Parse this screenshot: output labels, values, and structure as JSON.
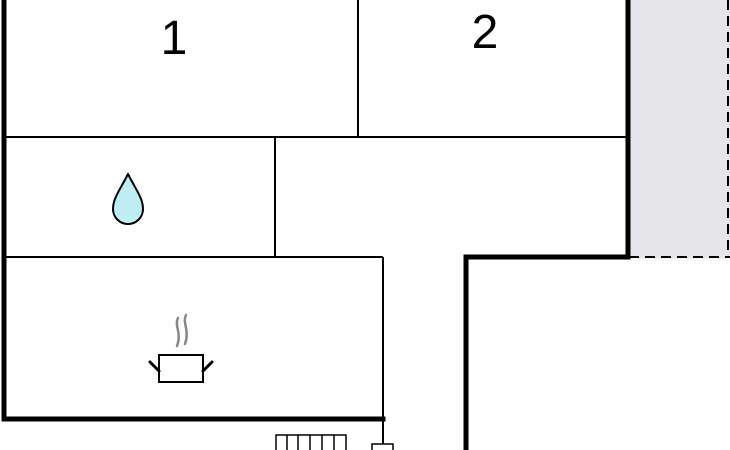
{
  "floorplan": {
    "rooms": [
      {
        "id": "bedroom-1",
        "label": "1"
      },
      {
        "id": "bedroom-2",
        "label": "2"
      },
      {
        "id": "bathroom",
        "icon": "water-drop-icon"
      },
      {
        "id": "hallway"
      },
      {
        "id": "kitchen",
        "icon": "cooking-pot-icon"
      },
      {
        "id": "terrace",
        "style": "dashed-gray"
      }
    ],
    "colors": {
      "wall": "#000000",
      "terrace_fill": "#e6e5ea",
      "water_drop": "#bdeef4",
      "steam": "#888888"
    }
  }
}
